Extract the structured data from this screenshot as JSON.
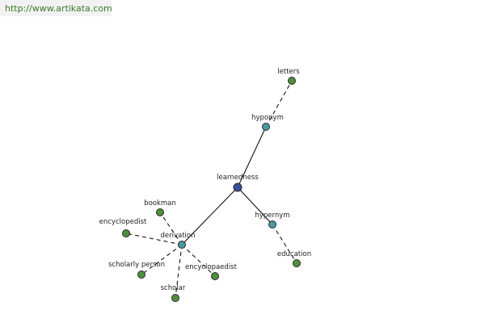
{
  "header": {
    "source_link": "http://www.artikata.com"
  },
  "graph": {
    "colors": {
      "center": "#3b4d9a",
      "relation": "#4a9aa0",
      "leaf": "#4e8f3c"
    },
    "nodes": [
      {
        "id": "learnedness",
        "label": "learnedness",
        "kind": "center"
      },
      {
        "id": "hyponym",
        "label": "hyponym",
        "kind": "relation"
      },
      {
        "id": "letters",
        "label": "letters",
        "kind": "leaf"
      },
      {
        "id": "hypernym",
        "label": "hypernym",
        "kind": "relation"
      },
      {
        "id": "education",
        "label": "education",
        "kind": "leaf"
      },
      {
        "id": "derivation",
        "label": "derivation",
        "kind": "relation"
      },
      {
        "id": "bookman",
        "label": "bookman",
        "kind": "leaf"
      },
      {
        "id": "encyclopedist",
        "label": "encyclopedist",
        "kind": "leaf"
      },
      {
        "id": "scholarly_person",
        "label": "scholarly person",
        "kind": "leaf"
      },
      {
        "id": "encyclopaedist",
        "label": "encyclopaedist",
        "kind": "leaf"
      },
      {
        "id": "scholar",
        "label": "scholar",
        "kind": "leaf"
      }
    ],
    "edges": [
      {
        "from": "learnedness",
        "to": "hyponym",
        "style": "solid"
      },
      {
        "from": "hyponym",
        "to": "letters",
        "style": "dashed"
      },
      {
        "from": "learnedness",
        "to": "hypernym",
        "style": "solid"
      },
      {
        "from": "hypernym",
        "to": "education",
        "style": "dashed"
      },
      {
        "from": "learnedness",
        "to": "derivation",
        "style": "solid"
      },
      {
        "from": "derivation",
        "to": "bookman",
        "style": "dashed"
      },
      {
        "from": "derivation",
        "to": "encyclopedist",
        "style": "dashed"
      },
      {
        "from": "derivation",
        "to": "scholarly_person",
        "style": "dashed"
      },
      {
        "from": "derivation",
        "to": "encyclopaedist",
        "style": "dashed"
      },
      {
        "from": "derivation",
        "to": "scholar",
        "style": "dashed"
      }
    ]
  }
}
